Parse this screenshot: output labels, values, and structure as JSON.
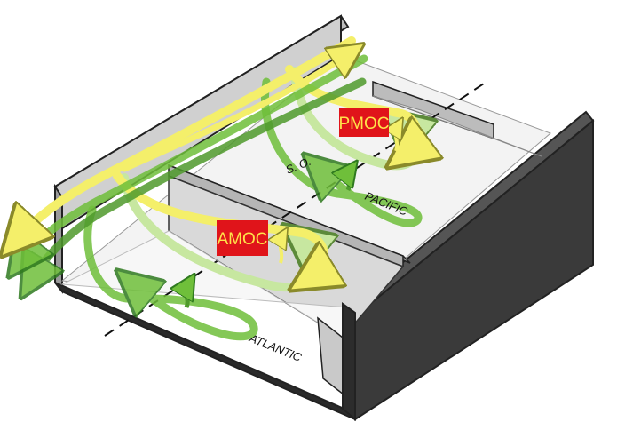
{
  "labels": {
    "amoc": "AMOC",
    "pmoc": "PMOC",
    "southern_ocean": "S. O.",
    "pacific": "PACIFIC",
    "atlantic": "ATLANTIC"
  },
  "colors": {
    "upper_branch": "#f4ef6a",
    "upper_branch_edge": "#8a8a2a",
    "deep_branch": "#6fbf3a",
    "deep_branch_dark": "#2f7a1f",
    "transition_branch": "#c7e7a0",
    "label_box": "#e0141a",
    "label_text": "#ffe34a",
    "wall_dark": "#3a3a3a",
    "wall_light": "#cfcfcf",
    "floor": "#f4f4f4"
  }
}
